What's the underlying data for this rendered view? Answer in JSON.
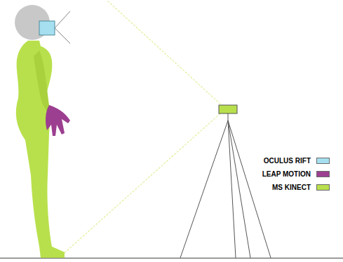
{
  "diagram": {
    "legend": [
      {
        "text": "OCULUS RIFT",
        "color": "#a6e0f0"
      },
      {
        "text": "LEAP MOTION",
        "color": "#9c3f90"
      },
      {
        "text": "MS KINECT",
        "color": "#b8e04c"
      }
    ]
  }
}
